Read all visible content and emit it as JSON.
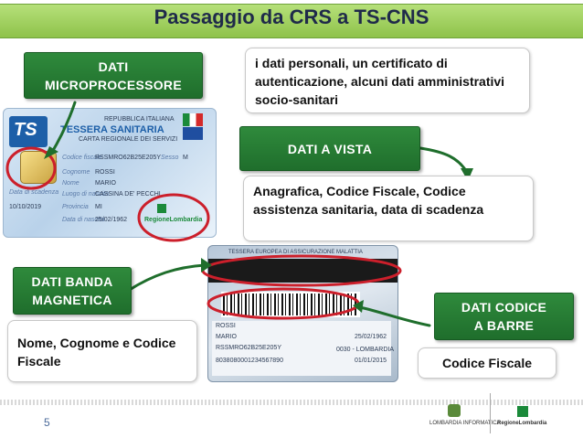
{
  "title": "Passaggio da CRS a TS-CNS",
  "labels": {
    "microprocessore": "DATI\nMICROPROCESSORE",
    "a_vista": "DATI A VISTA",
    "banda": "DATI BANDA\nMAGNETICA",
    "codice_barre": "DATI CODICE\nA BARRE"
  },
  "descriptions": {
    "microprocessore": "i dati personali,  un certificato di autenticazione, alcuni dati amministrativi socio-sanitari",
    "a_vista": "Anagrafica, Codice Fiscale, Codice assistenza sanitaria, data di scadenza",
    "banda": "Nome, Cognome e Codice Fiscale",
    "codice_barre": "Codice Fiscale"
  },
  "card_front": {
    "brand": "TS",
    "header1": "REPUBBLICA ITALIANA",
    "header2": "TESSERA SANITARIA",
    "header3": "CARTA REGIONALE DEI SERVIZI",
    "codice_label": "Codice fiscale",
    "codice": "RSSMRO62B25E205Y",
    "sesso_label": "Sesso",
    "sesso": "M",
    "cognome_label": "Cognome",
    "cognome": "ROSSI",
    "nome_label": "Nome",
    "nome": "MARIO",
    "luogo_label": "Luogo di nascita",
    "luogo": "CASSINA DE' PECCHI",
    "provincia_label": "Provincia",
    "provincia": "MI",
    "datan_label": "Data di nascita",
    "datan": "25/02/1962",
    "scadenza_label": "Data di scadenza",
    "scadenza": "10/10/2019",
    "regione": "RegioneLombardia"
  },
  "card_back": {
    "header": "TESSERA EUROPEA DI ASSICURAZIONE MALATTIA",
    "rows": [
      "ROSSI",
      "MARIO",
      "RSSMRO62B25E205Y",
      "8038080001234567890"
    ],
    "right_rows": [
      "25/02/1962",
      "0030 - LOMBARDIA",
      "01/01/2015"
    ]
  },
  "footer": {
    "page_number": "5",
    "logo1": "LOMBARDIA INFORMATICA",
    "logo2": "RegioneLombardia"
  },
  "colors": {
    "accent_green": "#2f8a3c",
    "title_bar": "#9fd15a",
    "title_text": "#1f2a4a",
    "highlight_red": "#cc1f2b"
  }
}
